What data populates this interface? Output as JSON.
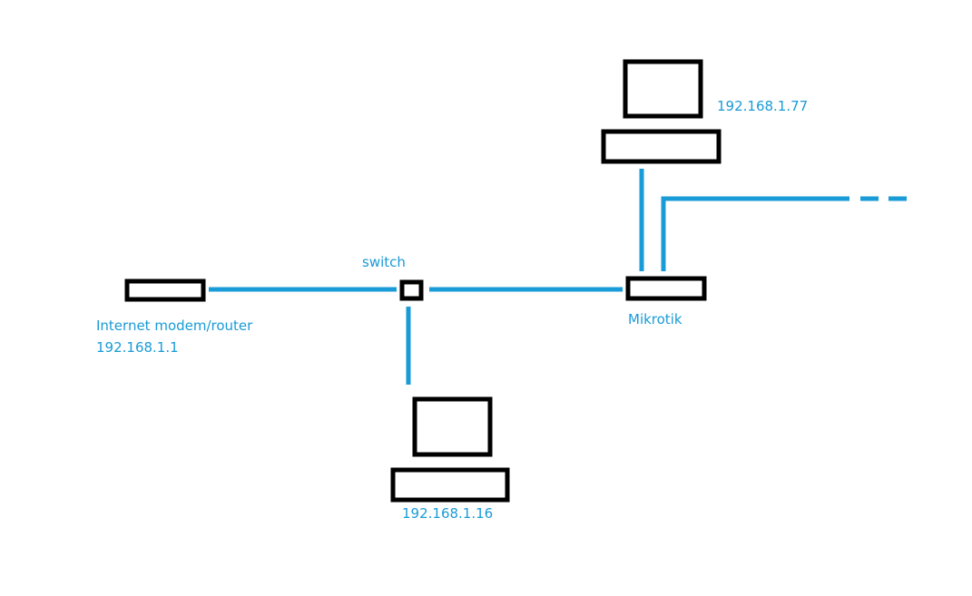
{
  "colors": {
    "link": "#189bd7",
    "device_outline": "#000000",
    "label": "#189bd7",
    "background": "#ffffff"
  },
  "labels": {
    "switch": "switch",
    "modem_line1": "Internet modem/router",
    "modem_line2": "192.168.1.1",
    "mikrotik": "Mikrotik",
    "pc_top": "192.168.1.77",
    "pc_bottom": "192.168.1.16"
  }
}
